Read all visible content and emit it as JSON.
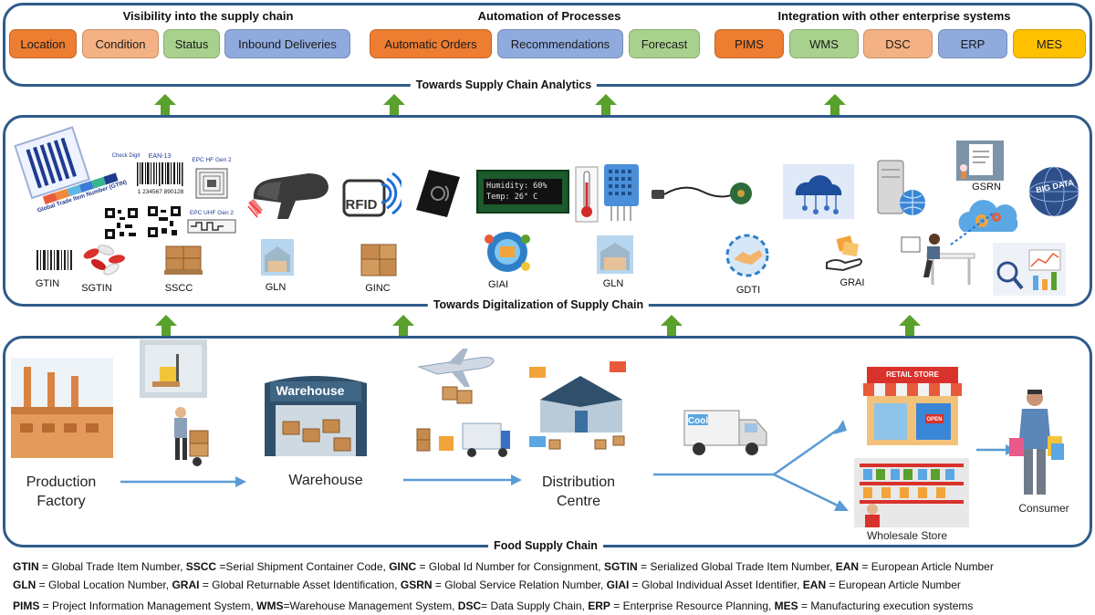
{
  "top": {
    "groups": [
      {
        "title": "Visibility into the supply chain",
        "chips": [
          "Location",
          "Condition",
          "Status",
          "Inbound  Deliveries"
        ]
      },
      {
        "title": "Automation of Processes",
        "chips": [
          "Automatic Orders",
          "Recommendations",
          "Forecast"
        ]
      },
      {
        "title": "Integration with other enterprise systems",
        "chips": [
          "PIMS",
          "WMS",
          "DSC",
          "ERP",
          "MES"
        ]
      }
    ],
    "caption": "Towards Supply Chain Analytics"
  },
  "middle": {
    "caption": "Towards Digitalization of Supply Chain",
    "labels": [
      "GTIN",
      "SGTIN",
      "SSCC",
      "GLN",
      "GINC",
      "GIAI",
      "GLN",
      "GDTI",
      "GRAI",
      "GSRN"
    ],
    "barcode_tags": [
      "EAN-13",
      "EPC HF Gen 2",
      "EPC UHF Gen 2",
      "Global Trade Item Number (GTIN)",
      "Check Digit"
    ],
    "barcode_digits": "1 234567 890128",
    "rfid_text": "RFID",
    "lcd_line1": "Humidity: 60%",
    "lcd_line2": "Temp: 26° C",
    "bigdata_text": "BIG DATA"
  },
  "bottom": {
    "caption": "Food Supply Chain",
    "nodes": {
      "factory": "Production\nFactory",
      "warehouse": "Warehouse",
      "distribution": "Distribution\nCentre",
      "wholesale": "Wholesale Store",
      "consumer": "Consumer"
    },
    "warehouse_sign": "Warehouse",
    "retail_sign": "RETAIL STORE",
    "open_sign": "OPEN",
    "truck_text": "Cool"
  },
  "legend": [
    [
      {
        "abbr": "GTIN",
        "def": " = Global Trade Item Number, "
      },
      {
        "abbr": "SSCC",
        "def": " =Serial Shipment Container Code, "
      },
      {
        "abbr": "GINC",
        "def": " = Global Id Number for Consignment, "
      },
      {
        "abbr": "SGTIN",
        "def": " = Serialized Global Trade Item Number, "
      },
      {
        "abbr": "EAN",
        "def": " = European Article Number"
      }
    ],
    [
      {
        "abbr": "GLN",
        "def": " = Global Location Number, "
      },
      {
        "abbr": "GRAI",
        "def": " = Global Returnable Asset Identification, "
      },
      {
        "abbr": "GSRN",
        "def": " = Global Service Relation Number, "
      },
      {
        "abbr": "GIAI",
        "def": " = Global Individual Asset Identifier, "
      },
      {
        "abbr": "EAN",
        "def": " = European Article Number"
      }
    ],
    [
      {
        "abbr": "PIMS",
        "def": " = Project Information Management System, "
      },
      {
        "abbr": "WMS",
        "def": "=Warehouse Management System, "
      },
      {
        "abbr": "DSC",
        "def": "= Data Supply Chain, "
      },
      {
        "abbr": "ERP",
        "def": " = Enterprise Resource Planning, "
      },
      {
        "abbr": "MES",
        "def": " = Manufacturing  execution systems"
      }
    ]
  ],
  "colors": {
    "panel_border": "#2f5b8a",
    "arrow_green": "#5aa02c",
    "flow_arrow": "#5b9bd5",
    "chip_orange": "#ed7d31",
    "chip_salmon": "#f4b183",
    "chip_green": "#a9d18e",
    "chip_blue": "#8faadc",
    "chip_yellow": "#ffc000"
  }
}
